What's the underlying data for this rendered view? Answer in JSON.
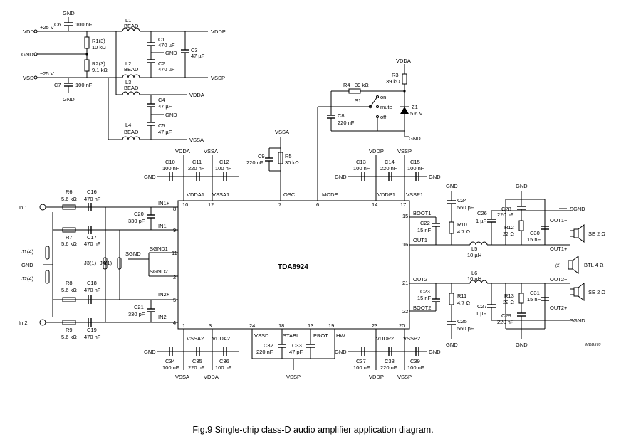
{
  "caption": "Fig.9  Single-chip class-D audio amplifier application diagram.",
  "chip": {
    "name": "TDA8924",
    "pins": {
      "p10": "10",
      "p12": "12",
      "p7": "7",
      "p6": "6",
      "p14": "14",
      "p17": "17",
      "p8": "8",
      "p9": "9",
      "p11": "11",
      "p2": "2",
      "p5": "5",
      "p4": "4",
      "p1": "1",
      "p3": "3",
      "p24": "24",
      "p18": "18",
      "p13": "13",
      "p19": "19",
      "p23": "23",
      "p20": "20",
      "p15": "15",
      "p16": "16",
      "p21": "21",
      "p22": "22"
    },
    "labels": {
      "vdda1": "VDDA1",
      "vssa1": "VSSA1",
      "osc": "OSC",
      "mode": "MODE",
      "vddp1": "VDDP1",
      "vssp1": "VSSP1",
      "in1p": "IN1+",
      "in1m": "IN1−",
      "sgnd1": "SGND1",
      "sgnd2": "SGND2",
      "in2p": "IN2+",
      "in2m": "IN2−",
      "vssa2": "VSSA2",
      "vdda2": "VDDA2",
      "vssd": "VSSD",
      "stabi": "STABI",
      "prot": "PROT",
      "hw": "HW",
      "vddp2": "VDDP2",
      "vssp2": "VSSP2",
      "boot1": "BOOT1",
      "out1": "OUT1",
      "out2": "OUT2",
      "boot2": "BOOT2"
    }
  },
  "supply": {
    "vdd": "VDD",
    "vdd_val": "+25 V",
    "gnd": "GND",
    "vss": "VSS",
    "vss_val": "−25 V",
    "c6": "C6",
    "c6_val": "100 nF",
    "c7": "C7",
    "c7_val": "100 nF",
    "r1": "R1(3)",
    "r1_val": "10 kΩ",
    "r2": "R2(3)",
    "r2_val": "9.1 kΩ",
    "l1": "L1",
    "l2": "L2",
    "l3": "L3",
    "l4": "L4",
    "bead": "BEAD",
    "c1": "C1",
    "c1_val": "470 µF",
    "c2": "C2",
    "c2_val": "470 µF",
    "c3": "C3",
    "c3_val": "47 µF",
    "c4": "C4",
    "c4_val": "47 µF",
    "c5": "C5",
    "c5_val": "47 µF",
    "vddp": "VDDP",
    "vssp": "VSSP",
    "vdda": "VDDA",
    "vssa": "VSSA"
  },
  "mode": {
    "vdda": "VDDA",
    "r3": "R3",
    "r3_val": "39 kΩ",
    "r4": "R4",
    "r4_val": "39 kΩ",
    "s1": "S1",
    "on": "on",
    "mute": "mute",
    "off": "off",
    "c8": "C8",
    "c8_val": "220 nF",
    "z1": "Z1",
    "z1_val": "5.6 V",
    "gnd": "GND"
  },
  "top": {
    "vdda": "VDDA",
    "vssa": "VSSA",
    "gnd": "GND",
    "c10": "C10",
    "c10_val": "100 nF",
    "c11": "C11",
    "c11_val": "220 nF",
    "c12": "C12",
    "c12_val": "100 nF",
    "vssa_osc": "VSSA",
    "c9": "C9",
    "c9_val": "220 nF",
    "r5": "R5",
    "r5_val": "30 kΩ",
    "vddp": "VDDP",
    "vssp": "VSSP",
    "c13": "C13",
    "c13_val": "100 nF",
    "c14": "C14",
    "c14_val": "220 nF",
    "c15": "C15",
    "c15_val": "100 nF"
  },
  "inputs": {
    "in1": "In 1",
    "in2": "In 2",
    "gnd": "GND",
    "j1": "J1(4)",
    "j2": "J2(4)",
    "j3": "J3(1)",
    "j4": "J4(1)",
    "sgnd": "SGND",
    "r6": "R6",
    "r6_val": "5.6 kΩ",
    "c16": "C16",
    "c16_val": "470 nF",
    "r7": "R7",
    "r7_val": "5.6 kΩ",
    "c17": "C17",
    "c17_val": "470 nF",
    "r8": "R8",
    "r8_val": "5.6 kΩ",
    "c18": "C18",
    "c18_val": "470 nF",
    "r9": "R9",
    "r9_val": "5.6 kΩ",
    "c19": "C19",
    "c19_val": "470 nF",
    "c20": "C20",
    "c20_val": "330 pF",
    "c21": "C21",
    "c21_val": "330 pF"
  },
  "bottom": {
    "gnd": "GND",
    "vssa": "VSSA",
    "vdda": "VDDA",
    "c34": "C34",
    "c34_val": "100 nF",
    "c35": "C35",
    "c35_val": "220 nF",
    "c36": "C36",
    "c36_val": "100 nF",
    "c32": "C32",
    "c32_val": "220 nF",
    "c33": "C33",
    "c33_val": "47 pF",
    "vssp_mid": "VSSP",
    "c37": "C37",
    "c37_val": "100 nF",
    "c38": "C38",
    "c38_val": "220 nF",
    "c39": "C39",
    "c39_val": "100 nF",
    "vddp": "VDDP",
    "vssp": "VSSP"
  },
  "outputs": {
    "gnd": "GND",
    "sgnd": "SGND",
    "c22": "C22",
    "c22_val": "15 nF",
    "r10": "R10",
    "r10_val": "4.7 Ω",
    "c24": "C24",
    "c24_val": "560 pF",
    "c26": "C26",
    "c26_val": "1 µF",
    "c28": "C28",
    "c28_val": "220 nF",
    "r12": "R12",
    "r12_val": "22 Ω",
    "c30": "C30",
    "c30_val": "15 nF",
    "l5": "L5",
    "l5_val": "10 µH",
    "l6": "L6",
    "l6_val": "10 µH",
    "out1m": "OUT1−",
    "out1p": "OUT1+",
    "out2m": "OUT2−",
    "out2p": "OUT2+",
    "se1": "SE 2 Ω",
    "se2": "SE 2 Ω",
    "btl_note": "(2)",
    "btl": "BTL 4 Ω",
    "c23": "C23",
    "c23_val": "15 nF",
    "r11": "R11",
    "r11_val": "4.7 Ω",
    "c25": "C25",
    "c25_val": "560 pF",
    "c27": "C27",
    "c27_val": "1 µF",
    "c29": "C29",
    "c29_val": "220 nF",
    "r13": "R13",
    "r13_val": "22 Ω",
    "c31": "C31",
    "c31_val": "15 nF",
    "ref": "MDB570"
  }
}
